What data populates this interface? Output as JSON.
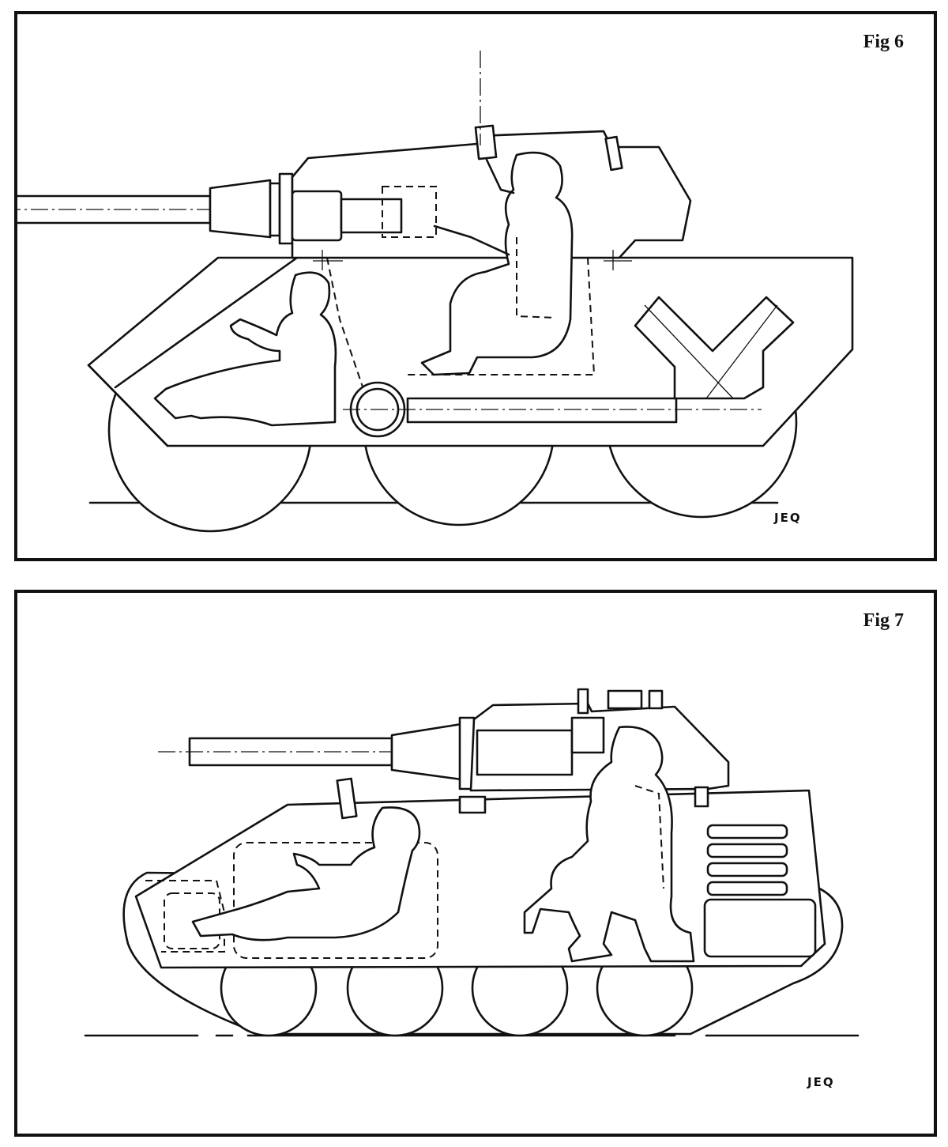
{
  "figures": [
    {
      "label": "Fig 6",
      "initials": "JEQ"
    },
    {
      "label": "Fig 7",
      "initials": "JEQ"
    }
  ],
  "colors": {
    "ink": "#111111",
    "paper": "#ffffff"
  }
}
